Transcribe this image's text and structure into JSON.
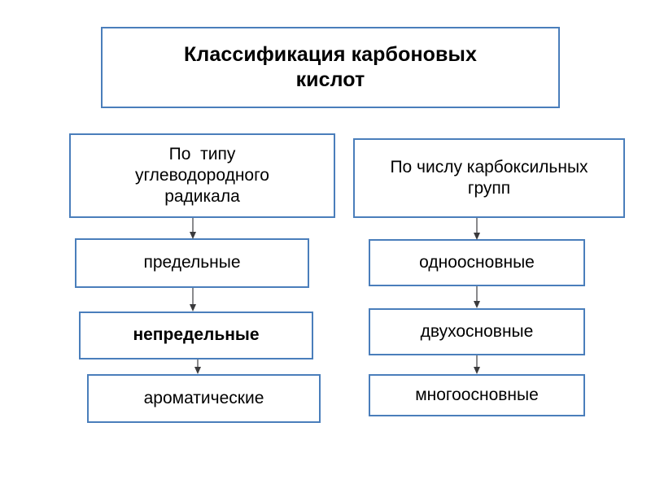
{
  "diagram": {
    "type": "hierarchy-flowchart",
    "language": "ru",
    "title_node": {
      "label": "Классификация карбоновых\nкислот",
      "bold": true
    },
    "branches": [
      {
        "header": {
          "label": "По  типу\nуглеводородного\nрадикала",
          "bold": false
        },
        "items": [
          {
            "label": "предельные",
            "bold": false
          },
          {
            "label": "непредельные",
            "bold": true
          },
          {
            "label": "ароматические",
            "bold": false
          }
        ]
      },
      {
        "header": {
          "label": "По числу карбоксильных\nгрупп",
          "bold": false
        },
        "items": [
          {
            "label": "одноосновные",
            "bold": false
          },
          {
            "label": "двухосновные",
            "bold": false
          },
          {
            "label": "многоосновные",
            "bold": false
          }
        ]
      }
    ],
    "colors": {
      "box_border": "#4a7ebb",
      "box_fill": "#ffffff",
      "text": "#000000",
      "connector": "#58585a",
      "background": "#ffffff"
    }
  }
}
